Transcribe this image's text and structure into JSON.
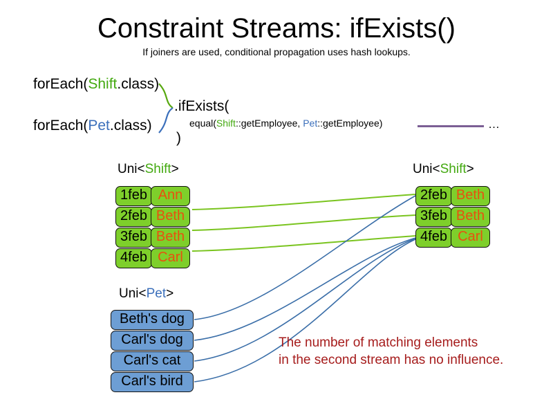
{
  "header": {
    "title": "Constraint Streams: ifExists()",
    "subtitle": "If joiners are used, conditional propagation uses hash lookups."
  },
  "code": {
    "foreach_shift_prefix": "forEach(",
    "foreach_shift_type": "Shift",
    "foreach_shift_suffix": ".class)",
    "foreach_pet_prefix": "forEach(",
    "foreach_pet_type": "Pet",
    "foreach_pet_suffix": ".class)",
    "ifexists": ".ifExists(",
    "equal_prefix": "equal(",
    "equal_shift_type": "Shift",
    "equal_shift_method": "::getEmployee, ",
    "equal_pet_type": "Pet",
    "equal_pet_method": "::getEmployee)",
    "close_paren": ")",
    "ellipsis": "…"
  },
  "labels": {
    "left_shift_prefix": "Uni<",
    "left_shift_type": "Shift",
    "left_shift_suffix": ">",
    "right_shift_prefix": "Uni<",
    "right_shift_type": "Shift",
    "right_shift_suffix": ">",
    "pet_prefix": "Uni<",
    "pet_type": "Pet",
    "pet_suffix": ">"
  },
  "shift_left": [
    {
      "date": "1feb",
      "name": "Ann"
    },
    {
      "date": "2feb",
      "name": "Beth"
    },
    {
      "date": "3feb",
      "name": "Beth"
    },
    {
      "date": "4feb",
      "name": "Carl"
    }
  ],
  "shift_right": [
    {
      "date": "2feb",
      "name": "Beth"
    },
    {
      "date": "3feb",
      "name": "Beth"
    },
    {
      "date": "4feb",
      "name": "Carl"
    }
  ],
  "pets": [
    {
      "label": "Beth's dog"
    },
    {
      "label": "Carl's dog"
    },
    {
      "label": "Carl's cat"
    },
    {
      "label": "Carl's bird"
    }
  ],
  "note": {
    "line1": "The number of matching elements",
    "line2": "in the second stream has no influence."
  },
  "colors": {
    "shift_green": "#7ecf2b",
    "pet_blue": "#6d9ed4",
    "name_orange": "#e8500f",
    "type_shift": "#43a910",
    "type_pet": "#3b6fbb",
    "join_line": "#7b5e94",
    "note_red": "#a61c1c",
    "link_green": "#7ac41f",
    "link_blue": "#3a6ea8"
  }
}
